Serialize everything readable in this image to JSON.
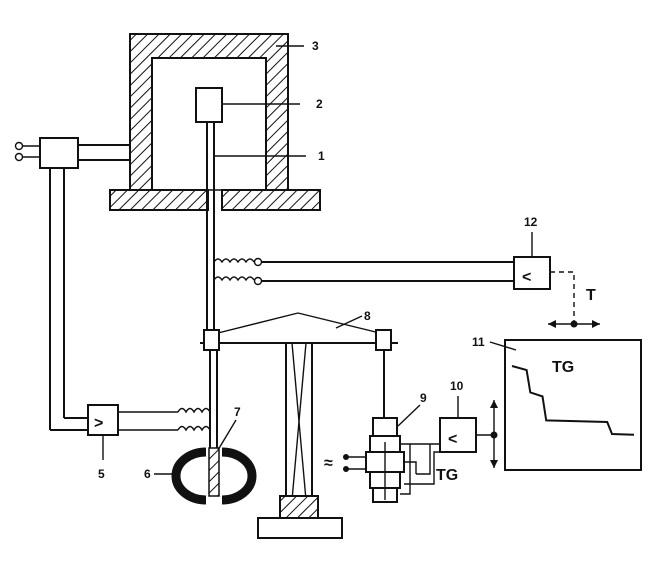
{
  "diagram": {
    "labels": {
      "n1": "1",
      "n2": "2",
      "n3": "3",
      "n5": "5",
      "n6": "6",
      "n7": "7",
      "n8": "8",
      "n9": "9",
      "n10": "10",
      "n11": "11",
      "n12": "12"
    },
    "symbols": {
      "t": "T",
      "tg_recorder": "TG",
      "tg_amplifier": "TG",
      "ac_supply": "≈",
      "amp_12": "<",
      "amp_10": "<",
      "amp_5": ">"
    },
    "recorder_trace": [
      [
        0,
        0
      ],
      [
        0.12,
        0.05
      ],
      [
        0.15,
        0.33
      ],
      [
        0.25,
        0.38
      ],
      [
        0.28,
        0.68
      ],
      [
        0.78,
        0.7
      ],
      [
        0.82,
        0.85
      ],
      [
        1.0,
        0.86
      ]
    ]
  }
}
